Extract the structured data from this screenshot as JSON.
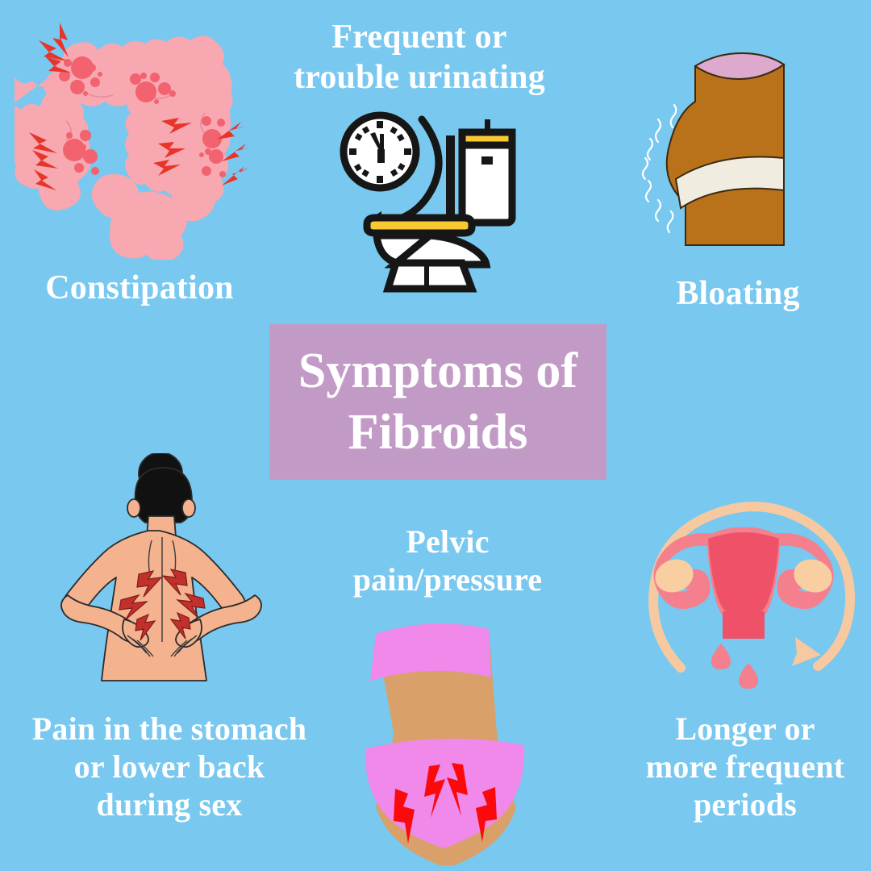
{
  "page": {
    "background_color": "#78c8f0",
    "title_box_color": "#c29ac6",
    "text_color": "#ffffff"
  },
  "title": {
    "text": "Symptoms of\nFibroids",
    "line1": "Symptoms of",
    "line2": "Fibroids"
  },
  "symptoms": [
    {
      "id": "constipation",
      "label": "Constipation",
      "icon": "colon-intestine-icon",
      "position": "top-left",
      "colors": {
        "organ": "#f7a8b0",
        "spots": "#f2626f",
        "pain": "#e8342a"
      }
    },
    {
      "id": "urinating",
      "label": "Frequent or\ntrouble urinating",
      "icon": "toilet-clock-icon",
      "position": "top-center",
      "colors": {
        "outline": "#161616",
        "fixture": "#ffffff",
        "accent": "#f9c932"
      }
    },
    {
      "id": "bloating",
      "label": "Bloating",
      "icon": "bloated-abdomen-icon",
      "position": "top-right",
      "colors": {
        "skin": "#b9711a",
        "waistband": "#f0ece0",
        "top": "#dda9cd",
        "waves": "#ffffff"
      }
    },
    {
      "id": "back-pain",
      "label": "Pain in the stomach\nor lower back\nduring sex",
      "icon": "woman-back-pain-icon",
      "position": "bottom-left",
      "colors": {
        "skin": "#f4b28f",
        "hair": "#111111",
        "pain": "#c2302c"
      }
    },
    {
      "id": "pelvic-pain",
      "label": "Pelvic\npain/pressure",
      "icon": "pelvic-torso-icon",
      "position": "bottom-center",
      "colors": {
        "skin": "#d9a06a",
        "underwear": "#f островa",
        "pain": "#fa0a0a"
      }
    },
    {
      "id": "periods",
      "label": "Longer or\nmore frequent\nperiods",
      "icon": "uterus-cycle-icon",
      "position": "bottom-right",
      "colors": {
        "uterus": "#f4808d",
        "uterus_dark": "#ef5168",
        "ovary": "#f9cfa2",
        "arrow": "#f6c9a0"
      }
    }
  ]
}
